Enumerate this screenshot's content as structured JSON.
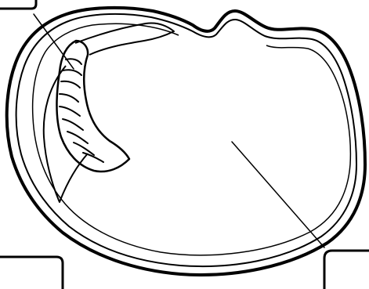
{
  "diagram": {
    "type": "bean seed cross-section (line drawing)",
    "colors": {
      "background": "#ffffff",
      "line": "#000000"
    },
    "label_boxes": [
      {
        "id": "top-left-label-box",
        "text": ""
      },
      {
        "id": "bottom-left-label-box",
        "text": ""
      },
      {
        "id": "bottom-right-label-box",
        "text": ""
      }
    ]
  }
}
